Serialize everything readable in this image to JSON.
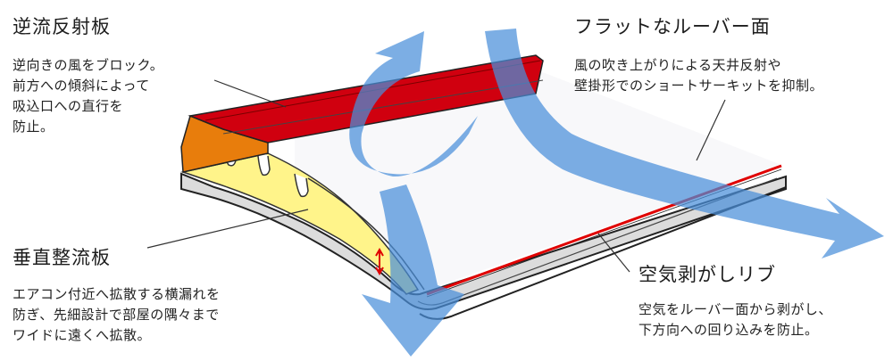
{
  "labels": {
    "backflow_plate": {
      "title": "逆流反射板",
      "lines": [
        "逆向きの風をブロック。",
        "前方への傾斜によって",
        "吸込口への直行を",
        "防止。"
      ]
    },
    "flat_louver": {
      "title": "フラットなルーバー面",
      "lines": [
        "風の吹き上がりによる天井反射や",
        "壁掛形でのショートサーキットを抑制。"
      ]
    },
    "vertical_straightener": {
      "title": "垂直整流板",
      "lines": [
        "エアコン付近へ拡散する横漏れを",
        "防ぎ、先細設計で部屋の隅々まで",
        "ワイドに遠くへ拡散。"
      ]
    },
    "air_peel_rib": {
      "title": "空気剥がしリブ",
      "lines": [
        "空気をルーバー面から剥がし、",
        "下方向への回り込みを防止。"
      ]
    }
  },
  "colors": {
    "backflow_plate": "#d0000f",
    "backflow_side": "#e87d0c",
    "vertical_plate": "#fff48a",
    "louver_surface": "#f8f8fa",
    "louver_edge": "#dcdcdc",
    "airflow_arrow": "#4a8fd9",
    "accent_red_line": "#e00000"
  },
  "icons": {
    "airflow_arrows": "blue-translucent-arrows",
    "height_indicator": "red-double-arrow"
  }
}
